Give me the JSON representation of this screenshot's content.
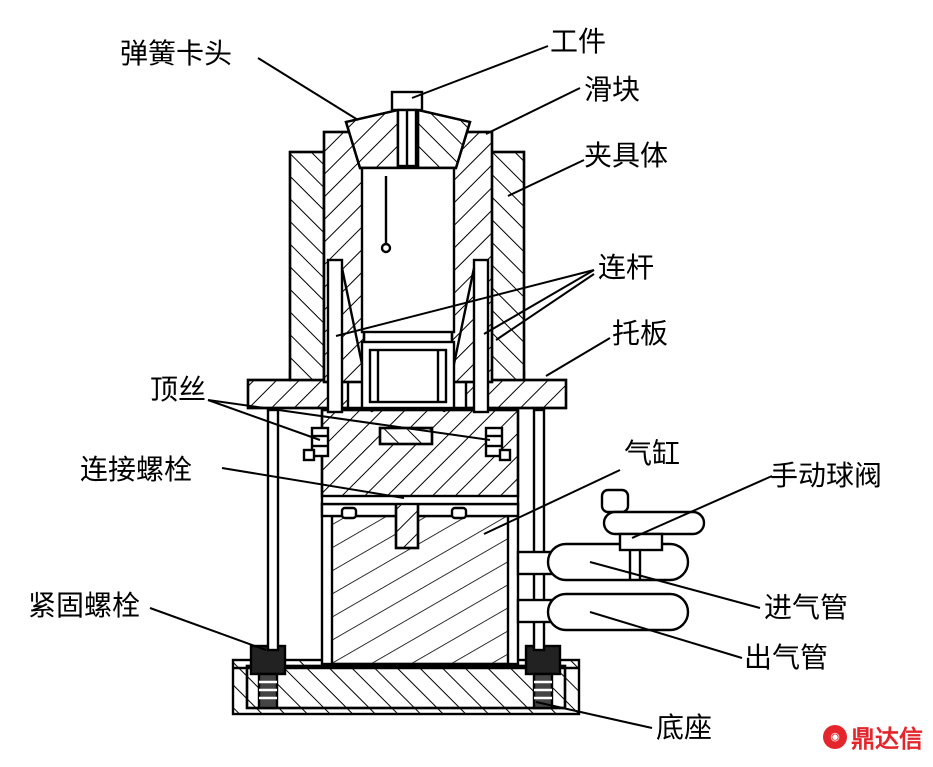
{
  "labels": {
    "collet": "弹簧卡头",
    "workpiece": "工件",
    "slider": "滑块",
    "fixture_body": "夹具体",
    "link_rod": "连杆",
    "support_plate": "托板",
    "set_screw": "顶丝",
    "connecting_bolt": "连接螺栓",
    "cylinder": "气缸",
    "manual_ball_valve": "手动球阀",
    "fastening_bolt": "紧固螺栓",
    "inlet_pipe": "进气管",
    "outlet_pipe": "出气管",
    "base": "底座"
  },
  "watermark": {
    "text": "鼎达信",
    "color": "#e4262c"
  }
}
